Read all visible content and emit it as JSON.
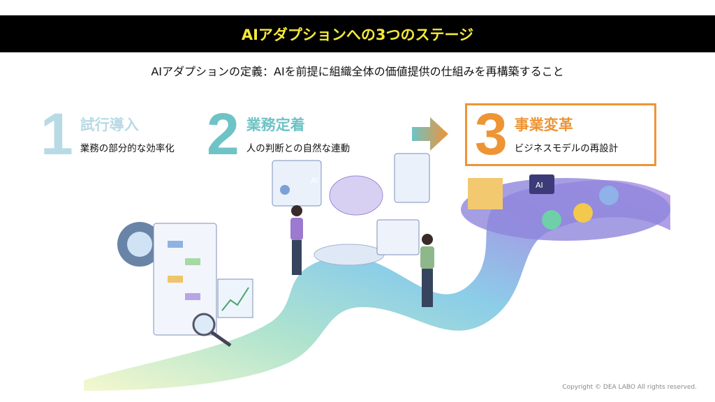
{
  "header": {
    "title": "AIアダプションへの3つのステージ"
  },
  "definition": "AIアダプションの定義：AIを前提に組織全体の価値提供の仕組みを再構築すること",
  "stages": [
    {
      "number": "1",
      "name": "試行導入",
      "description": "業務の部分的な効率化",
      "color": "#b8dae5"
    },
    {
      "number": "2",
      "name": "業務定着",
      "description": "人の判断との自然な連動",
      "color": "#6ec3c6"
    },
    {
      "number": "3",
      "name": "事業変革",
      "description": "ビジネスモデルの再設計",
      "color": "#ee9435"
    }
  ],
  "illustration": {
    "chip_label": "AI",
    "card_label": "AI"
  },
  "footer": {
    "copyright": "Copyright © DEA LABO All rights reserved."
  }
}
